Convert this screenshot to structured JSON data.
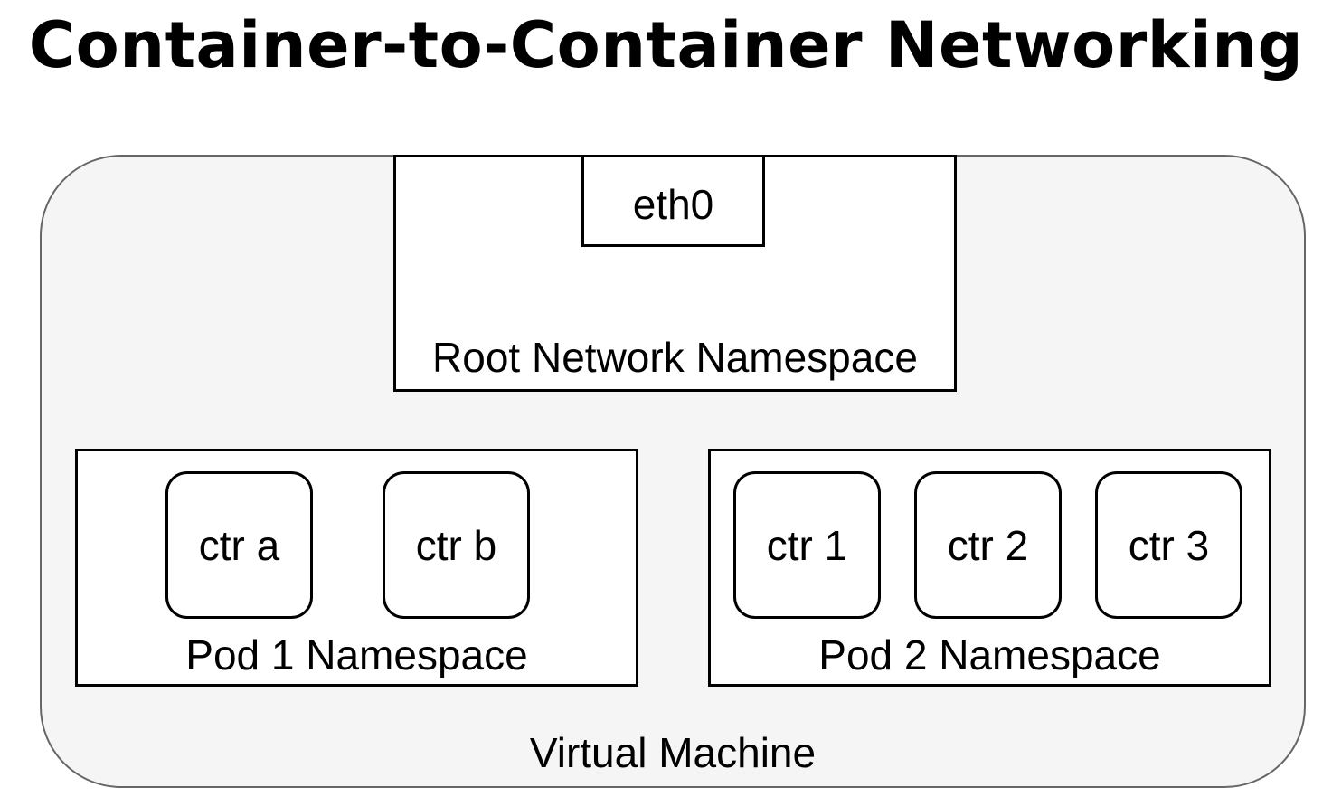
{
  "title": "Container-to-Container Networking",
  "diagram": {
    "virtual_machine": {
      "label": "Virtual Machine"
    },
    "root_namespace": {
      "label": "Root Network Namespace",
      "interface": "eth0"
    },
    "pods": [
      {
        "label": "Pod 1 Namespace",
        "containers": [
          "ctr a",
          "ctr b"
        ]
      },
      {
        "label": "Pod 2 Namespace",
        "containers": [
          "ctr 1",
          "ctr 2",
          "ctr 3"
        ]
      }
    ]
  },
  "colors": {
    "vm_fill": "#f5f5f5",
    "vm_border": "#666666",
    "box_border": "#000000",
    "box_fill": "#ffffff"
  }
}
